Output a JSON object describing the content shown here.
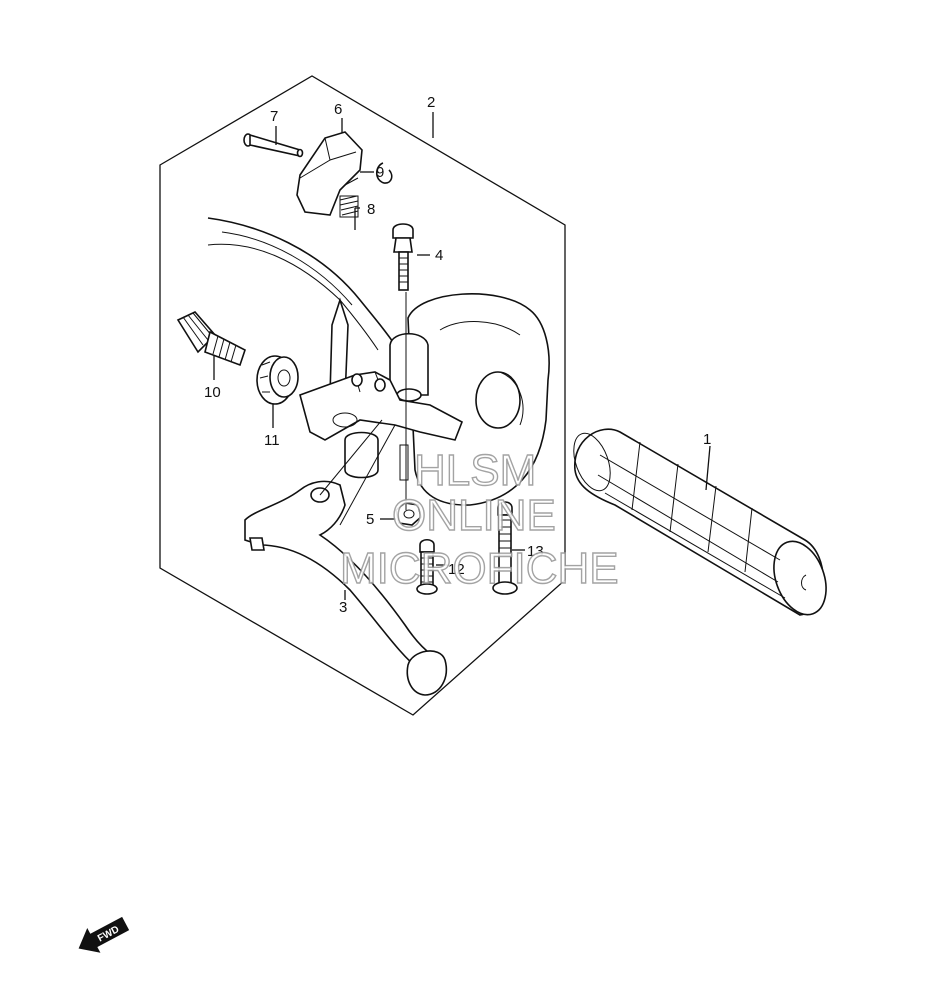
{
  "diagram": {
    "labels": {
      "p1": "1",
      "p2": "2",
      "p3": "3",
      "p4": "4",
      "p5": "5",
      "p6": "6",
      "p7": "7",
      "p8": "8",
      "p9": "9",
      "p10": "10",
      "p11": "11",
      "p12": "12",
      "p13": "13"
    },
    "watermark": {
      "line1": "HLSM",
      "line2": "ONLINE",
      "line3": "MICROFICHE"
    },
    "fwd_arrow": {
      "text": "FWD"
    }
  }
}
